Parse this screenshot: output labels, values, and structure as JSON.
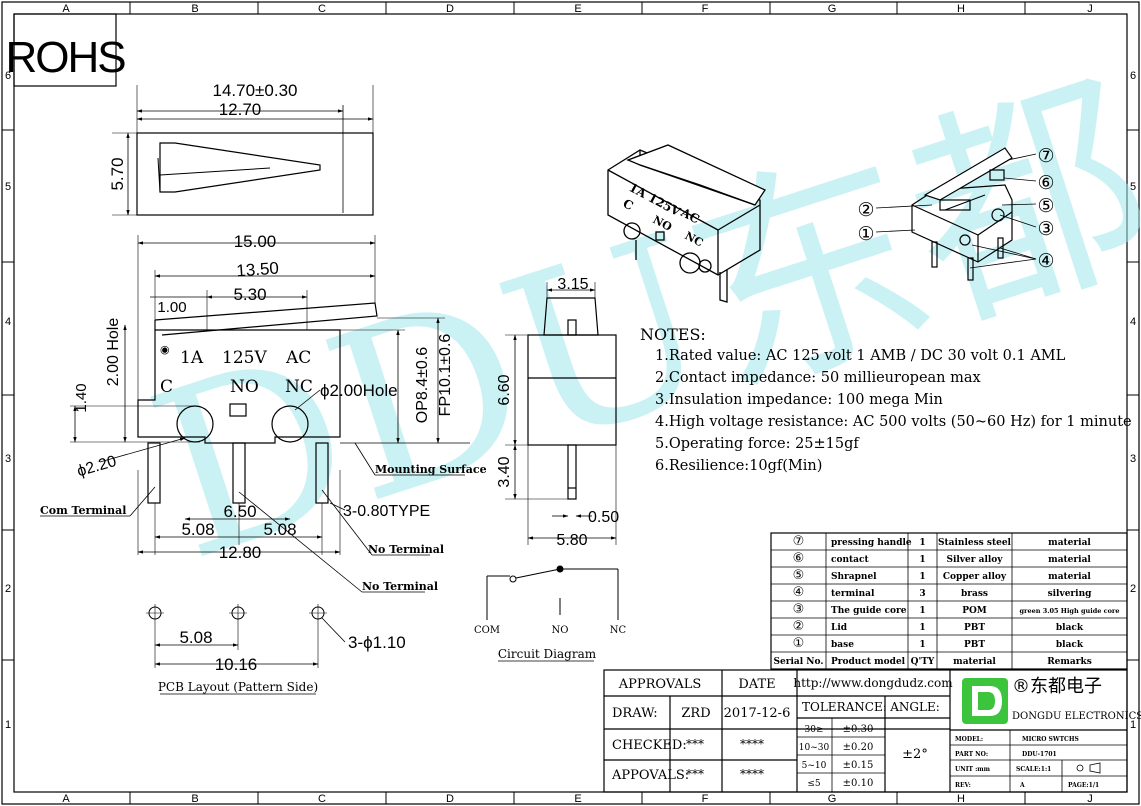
{
  "frame": {
    "cols": [
      "A",
      "B",
      "C",
      "D",
      "E",
      "F",
      "G",
      "H",
      "J"
    ],
    "rows": [
      "6",
      "5",
      "4",
      "3",
      "2",
      "1"
    ]
  },
  "rohs": "ROHS",
  "watermark": "DDU东都",
  "top_view": {
    "dim_outer": "14.70±0.30",
    "dim_inner": "12.70",
    "dim_height": "5.70"
  },
  "side_view": {
    "dim_15": "15.00",
    "dim_1350": "13.50",
    "dim_100": "1.00",
    "dim_530": "5.30",
    "hole_200": "2.00 Hole",
    "dim_140": "1.40",
    "dia_220": "ϕ2.20",
    "label_1a": "1A",
    "label_125v": "125V",
    "label_ac": "AC",
    "label_c": "C",
    "label_no": "NO",
    "label_nc": "NC",
    "hole_right": "ϕ2.00Hole",
    "op": "OP8.4±0.6",
    "fp": "FP10.1±0.6",
    "mounting": "Mounting Surface",
    "com_terminal": "Com Terminal",
    "dim_650": "6.50",
    "dim_508a": "5.08",
    "dim_508b": "5.08",
    "type": "3-0.80TYPE",
    "no_terminal_1": "No Terminal",
    "no_terminal_2": "No Terminal",
    "dim_1280": "12.80"
  },
  "end_view": {
    "dim_315": "3.15",
    "dim_660": "6.60",
    "dim_340": "3.40",
    "dim_050": "0.50",
    "dim_580": "5.80"
  },
  "pcb": {
    "dim_508": "5.08",
    "dim_1016": "10.16",
    "holes": "3-ϕ1.10",
    "caption": "PCB Layout (Pattern Side)"
  },
  "circuit": {
    "com": "COM",
    "no": "NO",
    "nc": "NC",
    "caption": "Circuit Diagram"
  },
  "iso": {
    "t1": "1A 125V",
    "t2": "AC",
    "t3": "C",
    "t4": "NO",
    "t5": "NC",
    "callouts": [
      "⑦",
      "⑥",
      "⑤",
      "③",
      "④",
      "②",
      "①"
    ]
  },
  "notes": {
    "title": "NOTES:",
    "items": [
      "1.Rated value: AC 125 volt 1 AMB / DC 30 volt 0.1 AML",
      "2.Contact impedance: 50 millieuropean max",
      "3.Insulation impedance: 100 mega Min",
      "4.High voltage resistance: AC 500 volts (50~60 Hz) for 1 minute",
      "5.Operating force: 25±15gf",
      "6.Resilience:10gf(Min)"
    ]
  },
  "bom": {
    "rows": [
      [
        "⑦",
        "pressing handle",
        "1",
        "Stainless steel",
        "material"
      ],
      [
        "⑥",
        "contact",
        "1",
        "Silver alloy",
        "material"
      ],
      [
        "⑤",
        "Shrapnel",
        "1",
        "Copper alloy",
        "material"
      ],
      [
        "④",
        "terminal",
        "3",
        "brass",
        "silvering"
      ],
      [
        "③",
        "The guide core",
        "1",
        "POM",
        "green 3.05 High guide core"
      ],
      [
        "②",
        "Lid",
        "1",
        "PBT",
        "black"
      ],
      [
        "①",
        "base",
        "1",
        "PBT",
        "black"
      ]
    ],
    "header": [
      "Serial No.",
      "Product model",
      "Q'TY",
      "material",
      "Remarks"
    ]
  },
  "title_block": {
    "approvals": "APPROVALS",
    "date": "DATE",
    "url": "http://www.dongdudz.com",
    "draw": "DRAW:",
    "draw_by": "ZRD",
    "draw_date": "2017-12-6",
    "tolerance": "TOLERANCE:",
    "angle": "ANGLE:",
    "checked": "CHECKED:",
    "checked_by": "***",
    "checked_date": "****",
    "appovals": "APPOVALS:",
    "appovals_by": "***",
    "appovals_date": "****",
    "tol_rows": [
      [
        "30≥",
        "±0.30"
      ],
      [
        "10~30",
        "±0.20"
      ],
      [
        "5~10",
        "±0.15"
      ],
      [
        "≤5",
        "±0.10"
      ]
    ],
    "angle_val": "±2°",
    "company_cn": "®东都电子",
    "company_en": "DONGDU ELECTRONICS",
    "model_label": "MODEL:",
    "model": "MICRO SWTCHS",
    "part_label": "PART NO:",
    "part": "DDU-1701",
    "unit_label": "UNIT :mm",
    "scale": "SCALE:1:1",
    "rev_label": "REV:",
    "rev": "A",
    "page": "PAGE:1/1"
  }
}
